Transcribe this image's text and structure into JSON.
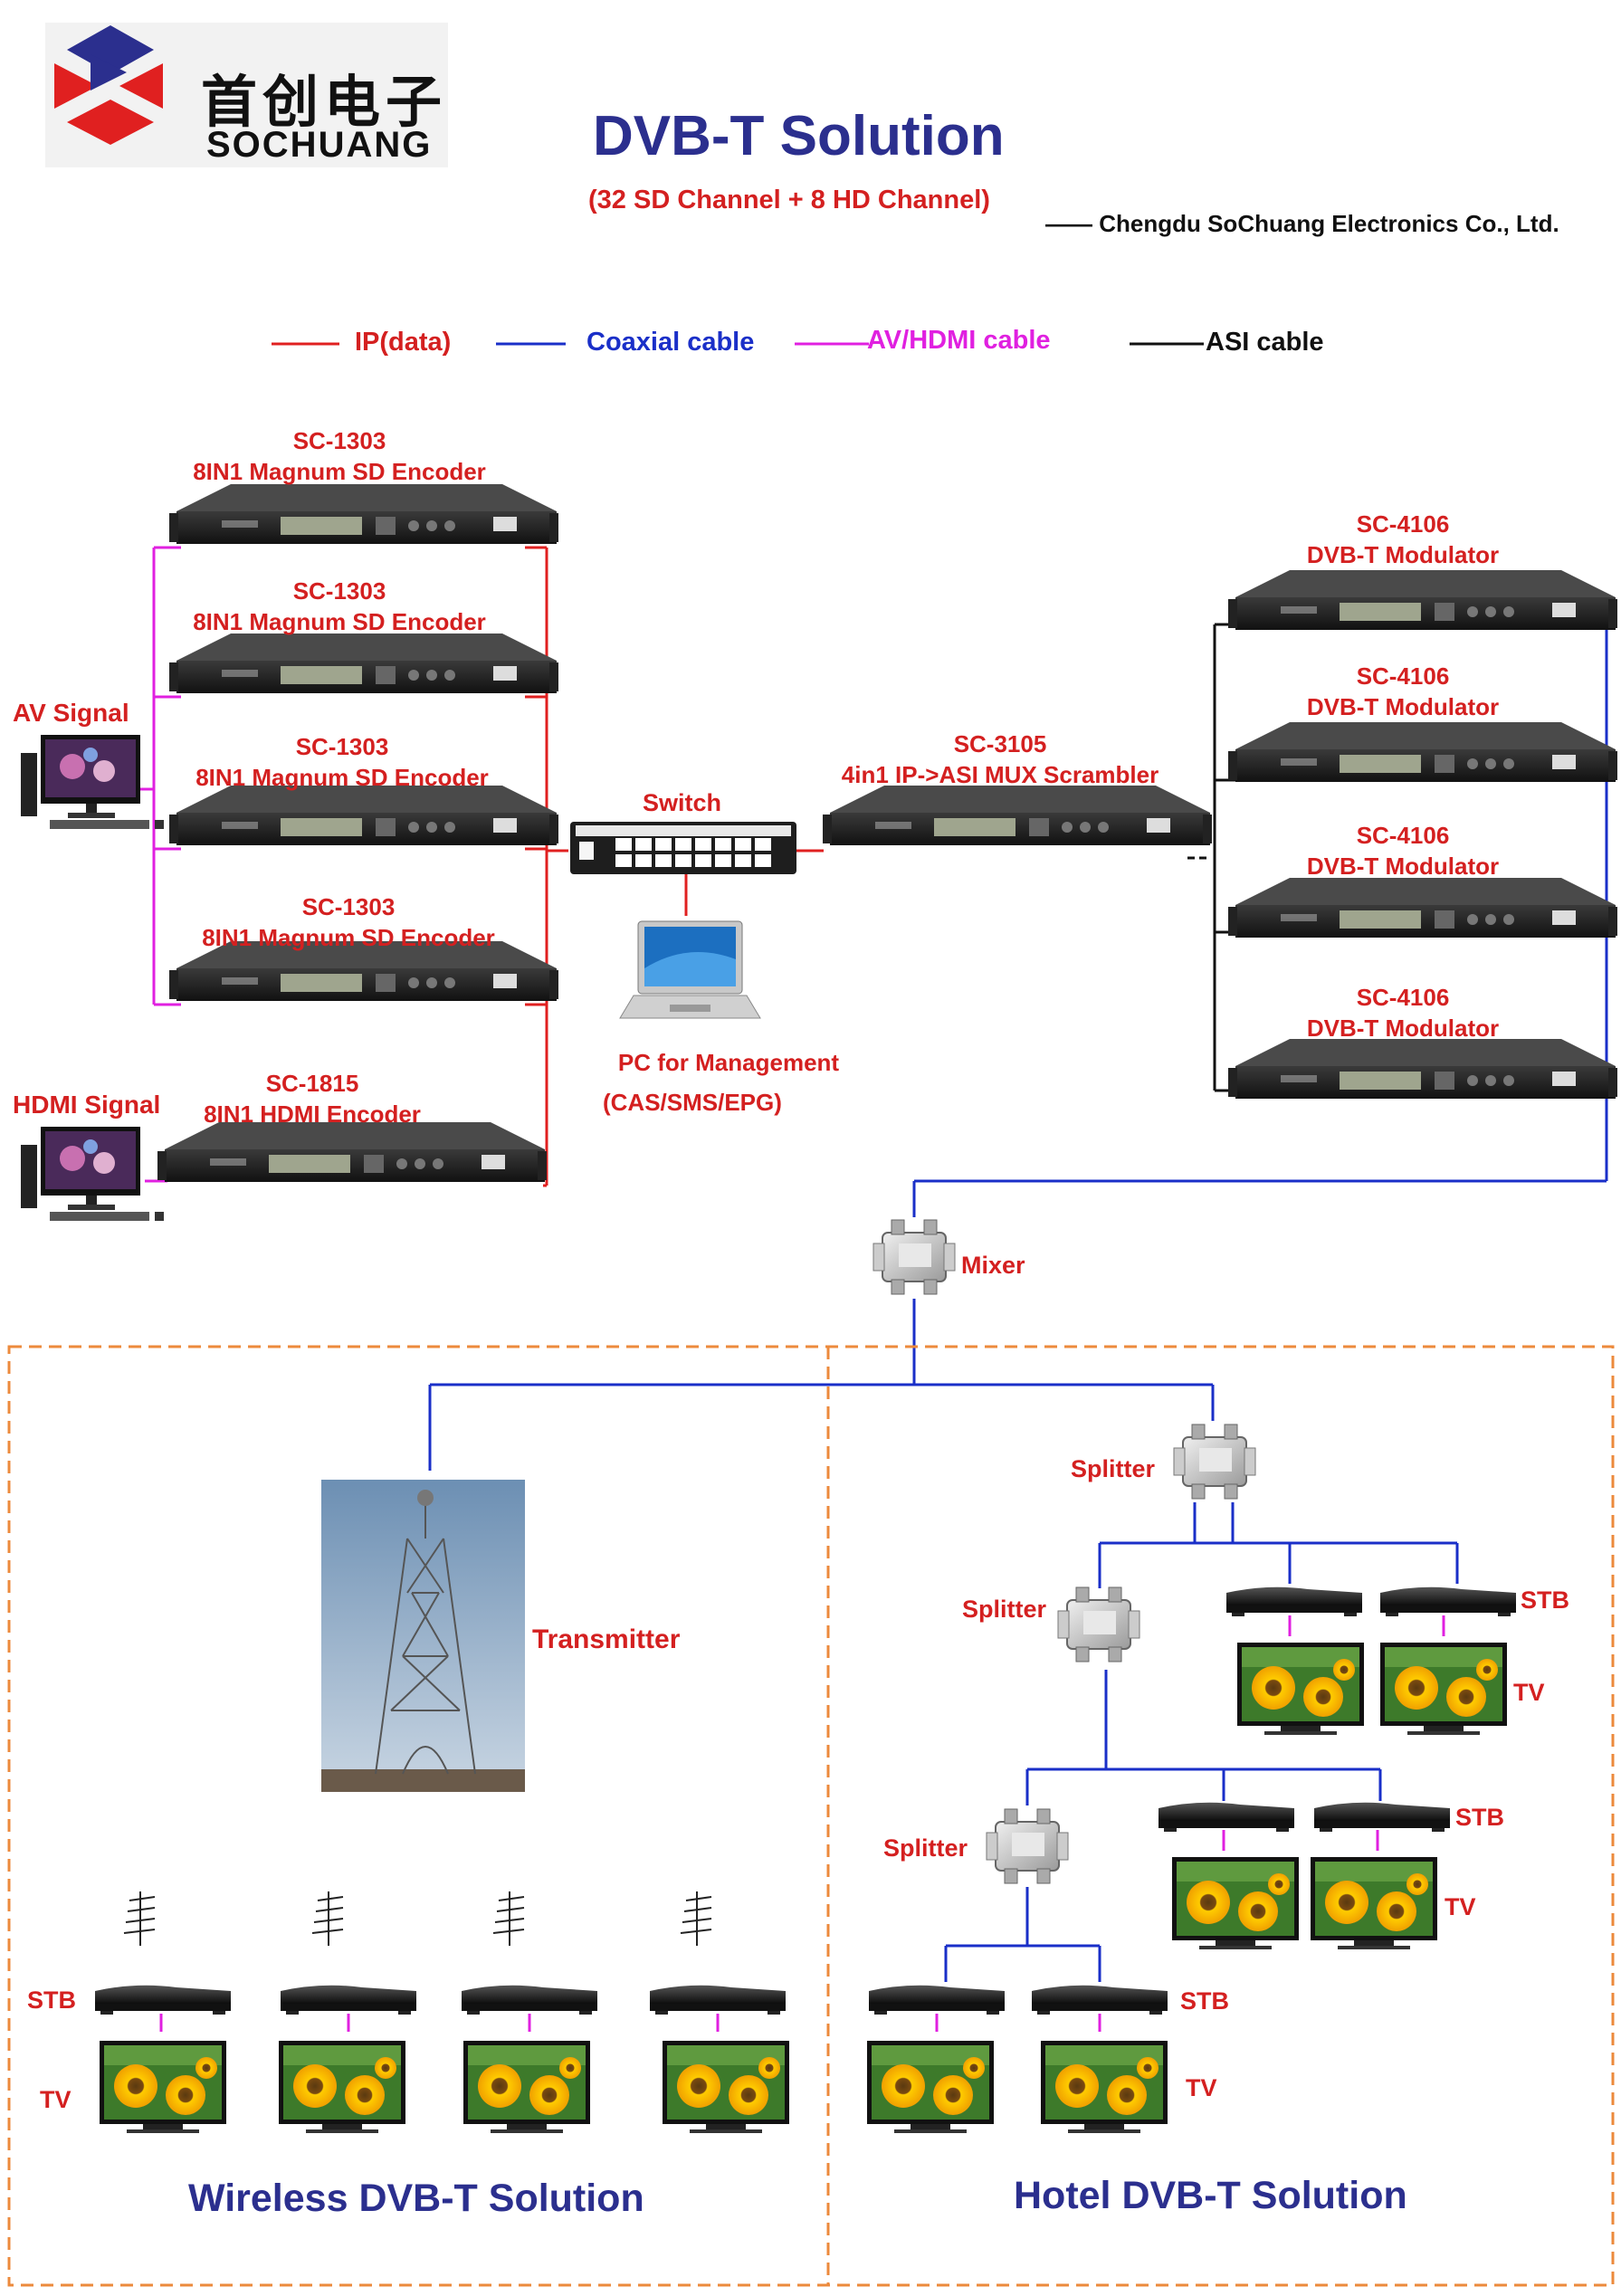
{
  "header": {
    "logo_cn": "首创电子",
    "logo_en": "SOCHUANG",
    "title": "DVB-T Solution",
    "subtitle": "(32 SD Channel + 8 HD Channel)",
    "company": "—— Chengdu SoChuang Electronics Co., Ltd."
  },
  "legend": [
    {
      "label": "IP(data)",
      "color": "#e02020"
    },
    {
      "label": "Coaxial cable",
      "color": "#1a2fc8"
    },
    {
      "label": "AV/HDMI cable",
      "color": "#e020e0"
    },
    {
      "label": "ASI cable",
      "color": "#111111"
    }
  ],
  "colors": {
    "ip": "#e02020",
    "coax": "#1a2fc8",
    "av": "#e020e0",
    "asi": "#111111",
    "dash": "#ec8a3c",
    "title_blue": "#2b2f8e",
    "label_red": "#d42020"
  },
  "sources": {
    "av": "AV Signal",
    "hdmi": "HDMI Signal"
  },
  "encoders": [
    {
      "model": "SC-1303",
      "name": "8IN1 Magnum SD Encoder"
    },
    {
      "model": "SC-1303",
      "name": "8IN1 Magnum SD Encoder"
    },
    {
      "model": "SC-1303",
      "name": "8IN1 Magnum SD Encoder"
    },
    {
      "model": "SC-1303",
      "name": "8IN1 Magnum SD Encoder"
    },
    {
      "model": "SC-1815",
      "name": "8IN1 HDMI Encoder"
    }
  ],
  "switch": "Switch",
  "pc": {
    "line1": "PC for Management",
    "line2": "(CAS/SMS/EPG)"
  },
  "mux": {
    "model": "SC-3105",
    "name": "4in1 IP->ASI MUX Scrambler"
  },
  "modulators": [
    {
      "model": "SC-4106",
      "name": "DVB-T Modulator"
    },
    {
      "model": "SC-4106",
      "name": "DVB-T Modulator"
    },
    {
      "model": "SC-4106",
      "name": "DVB-T Modulator"
    },
    {
      "model": "SC-4106",
      "name": "DVB-T Modulator"
    }
  ],
  "mixer": "Mixer",
  "wireless": {
    "transmitter": "Transmitter",
    "stb": "STB",
    "tv": "TV",
    "title": "Wireless DVB-T Solution"
  },
  "hotel": {
    "splitter": "Splitter",
    "stb": "STB",
    "tv": "TV",
    "title": "Hotel DVB-T Solution"
  }
}
